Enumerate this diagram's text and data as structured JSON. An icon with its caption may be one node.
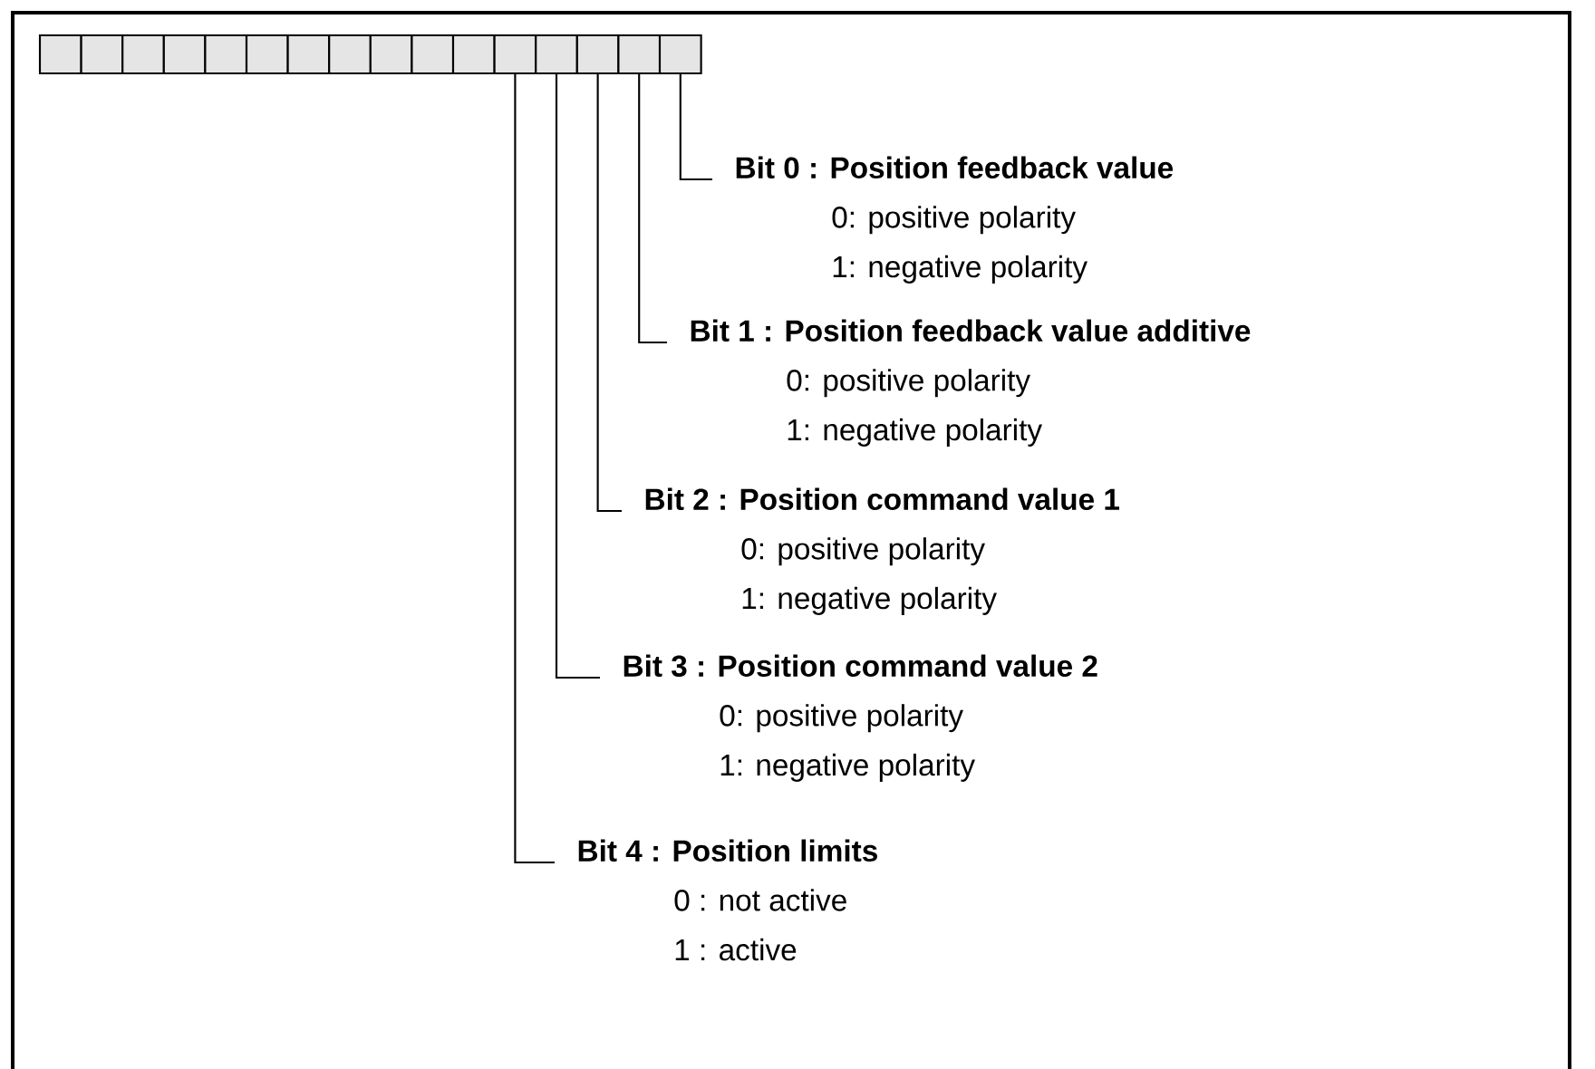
{
  "diagram": {
    "nodes": [
      {
        "text": [],
        "shape": "box"
      },
      {
        "text": [],
        "shape": "box"
      },
      {
        "text": [],
        "shape": "box"
      },
      {
        "text": [],
        "shape": "box"
      },
      {
        "text": [],
        "shape": "box"
      },
      {
        "text": [],
        "shape": "box"
      },
      {
        "text": [],
        "shape": "box"
      },
      {
        "text": [],
        "shape": "box"
      },
      {
        "text": [],
        "shape": "box"
      },
      {
        "text": [],
        "shape": "box"
      },
      {
        "text": [],
        "shape": "box"
      },
      {
        "text": [],
        "shape": "box"
      },
      {
        "text": [],
        "shape": "box"
      },
      {
        "text": [],
        "shape": "box"
      },
      {
        "text": [],
        "shape": "box"
      },
      {
        "text": [],
        "shape": "box"
      },
      {
        "text": [
          "Bit 0 : Position feedback value",
          "0: positive polarity",
          "1: negative polarity"
        ]
      },
      {
        "text": [
          "Bit 1 : Position feedback value additive",
          "0: positive polarity",
          "1: negative polarity"
        ]
      },
      {
        "text": [
          "Bit 2 : Position command value 1",
          "0: positive polarity",
          "1: negative polarity"
        ]
      },
      {
        "text": [
          "Bit 3 : Position command value 2",
          "0: positive polarity",
          "1: negative polarity"
        ]
      },
      {
        "text": [
          "Bit 4 :   Position limits",
          "0 : not active",
          "1 : active"
        ]
      }
    ],
    "edges": [
      {
        "from": 15,
        "to": 16,
        "arrow": "none"
      },
      {
        "from": 14,
        "to": 17,
        "arrow": "none"
      },
      {
        "from": 13,
        "to": 18,
        "arrow": "none"
      },
      {
        "from": 12,
        "to": 19,
        "arrow": "none"
      },
      {
        "from": 11,
        "to": 20,
        "arrow": "none"
      }
    ]
  }
}
